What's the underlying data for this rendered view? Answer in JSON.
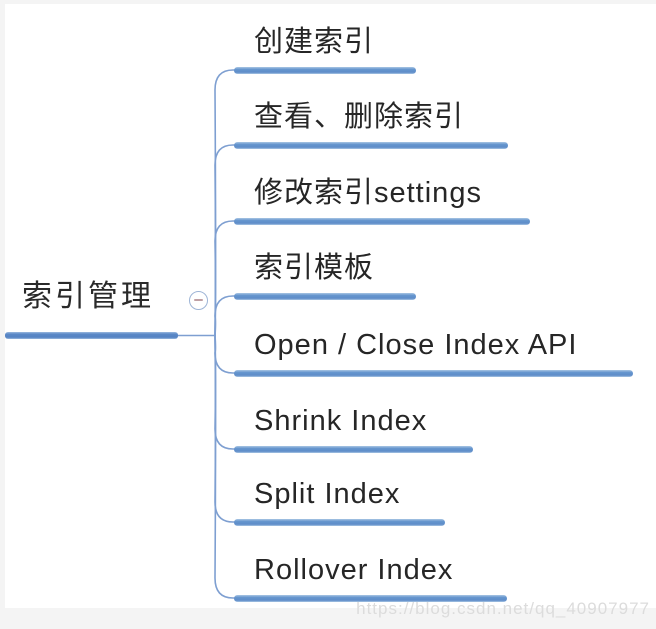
{
  "root": {
    "label": "索引管理"
  },
  "collapse": {
    "state_symbol": "minus"
  },
  "branches": [
    {
      "label": "创建索引"
    },
    {
      "label": "查看、删除索引"
    },
    {
      "label": "修改索引settings"
    },
    {
      "label": "索引模板"
    },
    {
      "label": "Open / Close Index API"
    },
    {
      "label": "Shrink Index"
    },
    {
      "label": "Split Index"
    },
    {
      "label": "Rollover Index"
    }
  ],
  "watermark": "https://blog.csdn.net/qq_40907977",
  "colors": {
    "branch_line": "#6494ce",
    "root_line": "#5b89c7",
    "connector": "#7e9fd1",
    "text": "#262626",
    "watermark": "#dcdcdc",
    "canvas": "#ffffff",
    "frame": "#f4f4f4"
  }
}
